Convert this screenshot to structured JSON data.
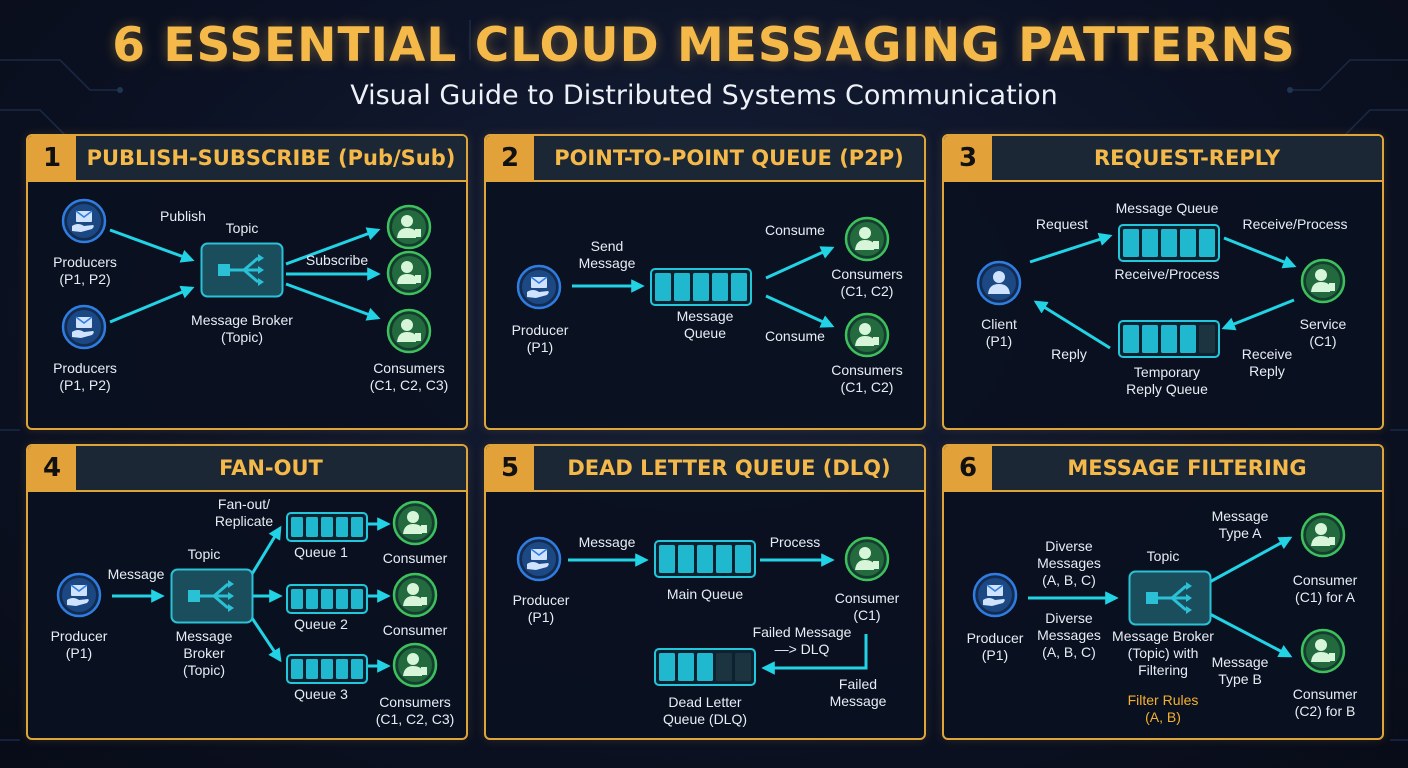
{
  "header": {
    "title": "6 ESSENTIAL CLOUD MESSAGING PATTERNS",
    "subtitle": "Visual Guide to Distributed Systems Communication"
  },
  "colors": {
    "accent": "#f5b94a",
    "panel_border": "#e0a53a",
    "arrow": "#22d3e6",
    "producer": "#2f7de1",
    "consumer": "#3cc15c"
  },
  "panels": [
    {
      "number": "1",
      "title": "PUBLISH-SUBSCRIBE (Pub/Sub)",
      "labels": {
        "producers_a": "Producers\n(P1, P2)",
        "producers_b": "Producers\n(P1, P2)",
        "publish": "Publish",
        "topic": "Topic",
        "broker": "Message Broker\n(Topic)",
        "subscribe": "Subscribe",
        "consumers": "Consumers\n(C1, C2, C3)"
      }
    },
    {
      "number": "2",
      "title": "POINT-TO-POINT QUEUE (P2P)",
      "labels": {
        "send": "Send\nMessage",
        "producer": "Producer\n(P1)",
        "queue": "Message\nQueue",
        "consume_top": "Consume",
        "consume_bottom": "Consume",
        "consumers_top": "Consumers\n(C1, C2)",
        "consumers_bottom": "Consumers\n(C1, C2)"
      }
    },
    {
      "number": "3",
      "title": "REQUEST-REPLY",
      "labels": {
        "request": "Request",
        "message_queue": "Message Queue",
        "receive_process_top": "Receive/Process",
        "receive_process_mid": "Receive/Process",
        "client": "Client\n(P1)",
        "service": "Service\n(C1)",
        "reply": "Reply",
        "temporary_queue": "Temporary\nReply Queue",
        "receive_reply": "Receive\nReply"
      }
    },
    {
      "number": "4",
      "title": "FAN-OUT",
      "labels": {
        "fanout": "Fan-out/\nReplicate",
        "message": "Message",
        "topic": "Topic",
        "producer": "Producer\n(P1)",
        "broker": "Message\nBroker\n(Topic)",
        "queue1": "Queue 1",
        "queue2": "Queue 2",
        "queue3": "Queue 3",
        "consumer1": "Consumer",
        "consumer2": "Consumer",
        "consumers3": "Consumers\n(C1, C2, C3)"
      }
    },
    {
      "number": "5",
      "title": "DEAD LETTER QUEUE (DLQ)",
      "labels": {
        "message": "Message",
        "process": "Process",
        "producer": "Producer\n(P1)",
        "main_queue": "Main Queue",
        "consumer": "Consumer\n(C1)",
        "failed_dlq": "Failed Message\n—> DLQ",
        "dlq": "Dead Letter\nQueue (DLQ)",
        "failed": "Failed\nMessage"
      }
    },
    {
      "number": "6",
      "title": "MESSAGE FILTERING",
      "labels": {
        "diverse_top": "Diverse\nMessages\n(A, B, C)",
        "diverse_bottom": "Diverse\nMessages\n(A, B, C)",
        "topic": "Topic",
        "producer": "Producer\n(P1)",
        "broker": "Message Broker\n(Topic) with\nFiltering",
        "filter_rules": "Filter Rules\n(A, B)",
        "type_a": "Message\nType A",
        "type_b": "Message\nType B",
        "consumer_a": "Consumer\n(C1) for A",
        "consumer_b": "Consumer\n(C2) for B"
      }
    }
  ]
}
